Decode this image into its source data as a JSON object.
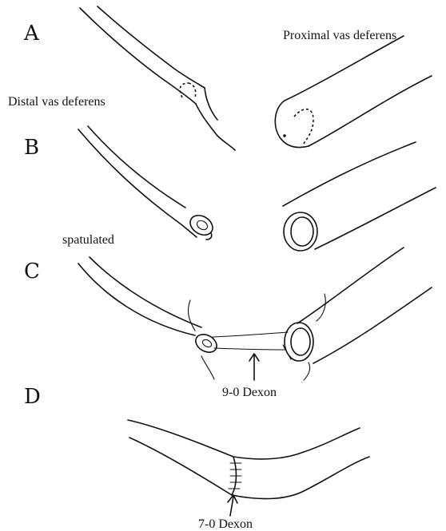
{
  "panels": [
    {
      "letter": "A"
    },
    {
      "letter": "B"
    },
    {
      "letter": "C"
    },
    {
      "letter": "D"
    }
  ],
  "labels": {
    "distal": "Distal vas deferens",
    "proximal": "Proximal vas deferens",
    "spatulated": "spatulated",
    "suture_inner": "9-0 Dexon",
    "suture_outer": "7-0 Dexon"
  }
}
